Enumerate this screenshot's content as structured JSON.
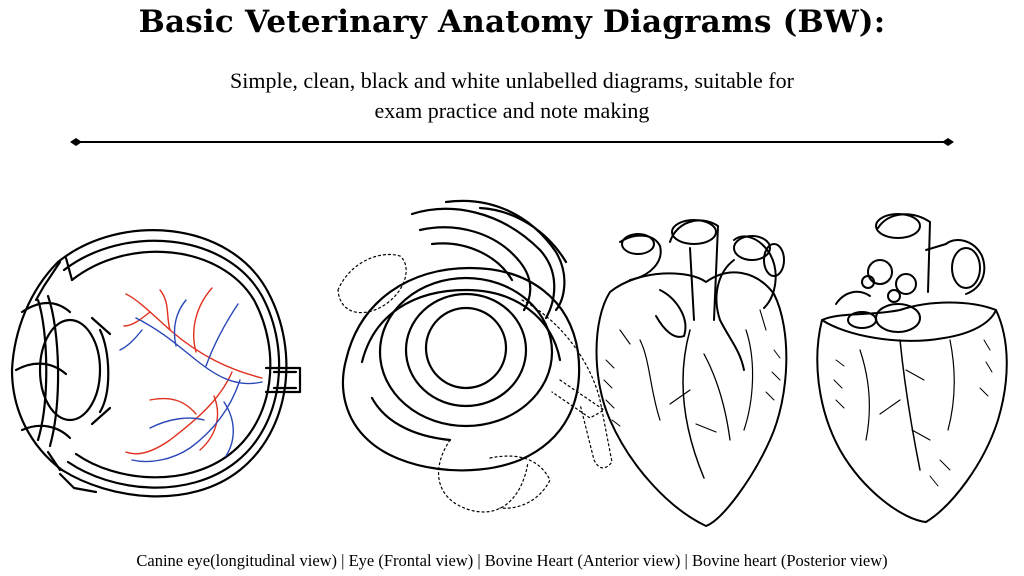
{
  "header": {
    "title": "Basic Veterinary Anatomy Diagrams (BW):",
    "subtitle": "Simple, clean, black and white unlabelled diagrams, suitable for exam practice and note making"
  },
  "diagrams": [
    {
      "name": "Canine eye(longitudinal view)"
    },
    {
      "name": "Eye (Frontal view)"
    },
    {
      "name": "Bovine Heart (Anterior view)"
    },
    {
      "name": "Bovine heart (Posterior view)"
    }
  ],
  "footer": {
    "caption": "Canine eye(longitudinal view) | Eye (Frontal view) | Bovine Heart (Anterior view) | Bovine heart (Posterior view)"
  },
  "colors": {
    "ink": "#000000",
    "background": "#ffffff",
    "artery": "#e0301e",
    "vein": "#2a47b8"
  }
}
